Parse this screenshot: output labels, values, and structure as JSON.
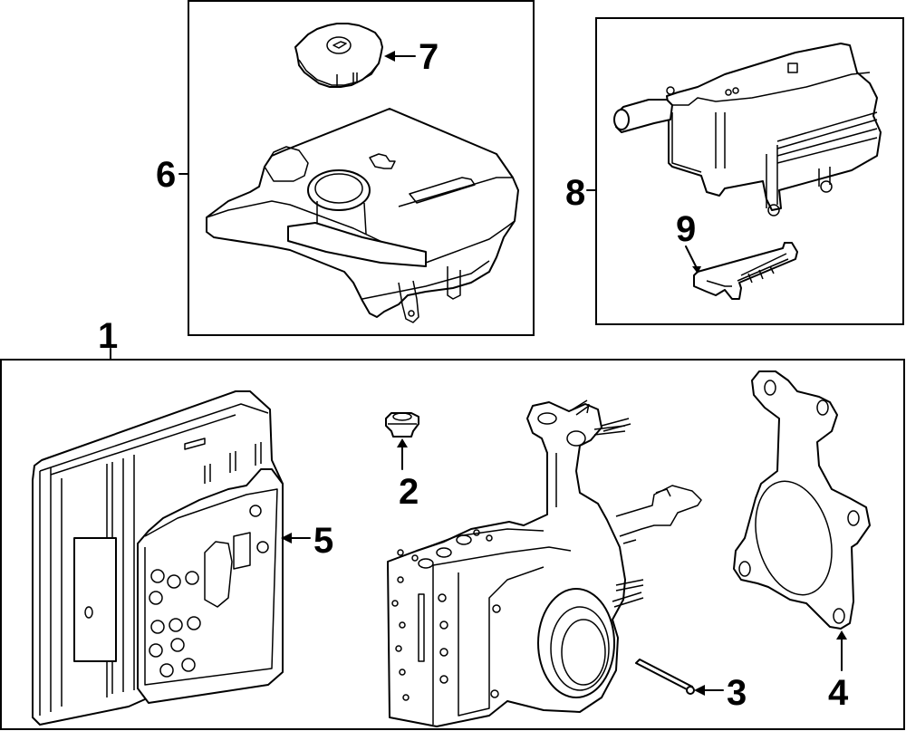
{
  "diagram": {
    "type": "exploded-parts-diagram",
    "subject": "ABS modulator / brake master cylinder reservoir assembly",
    "callouts": [
      {
        "id": "1",
        "label": "1",
        "part": "abs-modulator-assembly"
      },
      {
        "id": "2",
        "label": "2",
        "part": "grommet"
      },
      {
        "id": "3",
        "label": "3",
        "part": "bolt"
      },
      {
        "id": "4",
        "label": "4",
        "part": "gasket"
      },
      {
        "id": "5",
        "label": "5",
        "part": "control-module-seal"
      },
      {
        "id": "6",
        "label": "6",
        "part": "brake-fluid-reservoir"
      },
      {
        "id": "7",
        "label": "7",
        "part": "reservoir-cap"
      },
      {
        "id": "8",
        "label": "8",
        "part": "reservoir-tank"
      },
      {
        "id": "9",
        "label": "9",
        "part": "fluid-level-sensor"
      }
    ],
    "colors": {
      "line": "#000000",
      "background": "#ffffff"
    }
  }
}
